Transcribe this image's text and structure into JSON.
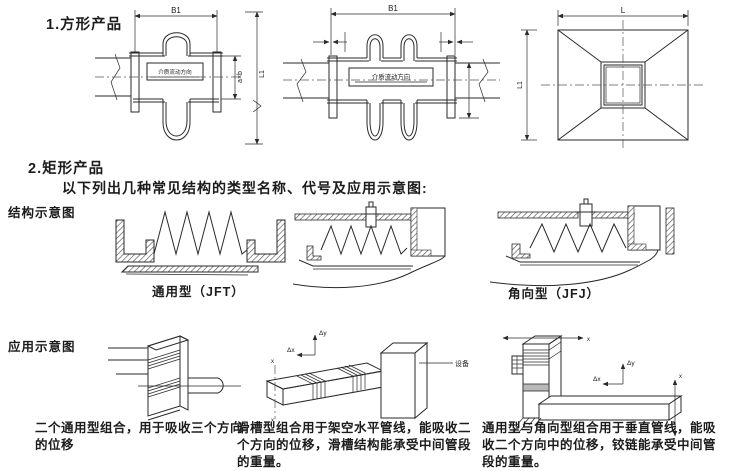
{
  "colors": {
    "ink": "#2a2a2a",
    "bg": "#ffffff"
  },
  "section1": {
    "heading": "1.方形产品",
    "d1": {
      "dim_b1": "B1",
      "flow": "介质流动方向",
      "dim_ab": "a×b",
      "dim_l1": "L1"
    },
    "d2": {
      "dim_b1": "B1",
      "flow": "介质流动方向"
    },
    "d3": {
      "dim_l": "L",
      "dim_l1": "L1"
    }
  },
  "section2": {
    "heading": "2.矩形产品",
    "intro": "以下列出几种常见结构的类型名称、代号及应用示意图:",
    "structure_row_label": "结构示意图",
    "application_row_label": "应用示意图",
    "types": {
      "general": "通用型（JFT）",
      "angular": "角向型（JFJ）"
    },
    "app_labels": {
      "dx": "Δx",
      "dy": "Δy",
      "x": "x",
      "equipment": "设备"
    },
    "captions": [
      {
        "text": "二个通用型组合，用于吸收三个方向的位移"
      },
      {
        "text": "滑槽型组合用于架空水平管线，能吸收二个方向的位移，滑槽结构能承受中间管段的重量。"
      },
      {
        "text": "通用型与角向型组合用于垂直管线，能吸收二个方向中的位移，铰链能承受中间管段的重量。"
      }
    ]
  }
}
